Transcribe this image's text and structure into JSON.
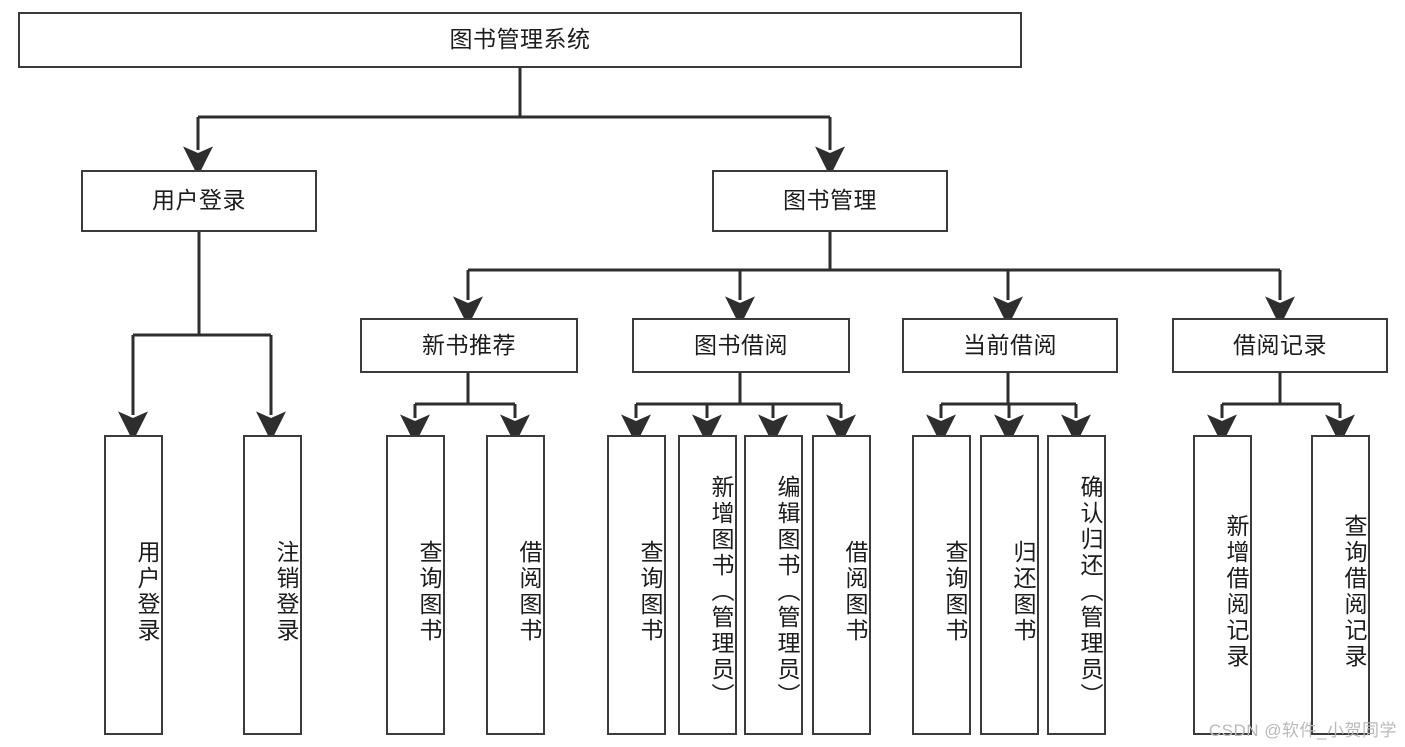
{
  "diagram": {
    "title": "图书管理系统",
    "type": "tree-hierarchy-chart",
    "orientation": "top-down",
    "line_color": "#3b3b3b",
    "box_fill": "#ffffff",
    "text_color": "#1c1c1c",
    "levels": {
      "root": {
        "label": "图书管理系统"
      },
      "level2": [
        {
          "label": "用户登录"
        },
        {
          "label": "图书管理"
        }
      ],
      "level3": [
        {
          "label": "新书推荐"
        },
        {
          "label": "图书借阅"
        },
        {
          "label": "当前借阅"
        },
        {
          "label": "借阅记录"
        }
      ],
      "leaves": {
        "user_login": [
          {
            "label": "用户登录"
          },
          {
            "label": "注销登录"
          }
        ],
        "new_book_recommend": [
          {
            "label": "查询图书"
          },
          {
            "label": "借阅图书"
          }
        ],
        "book_borrow": [
          {
            "label": "查询图书"
          },
          {
            "label": "新增图书（管理员）"
          },
          {
            "label": "编辑图书（管理员）"
          },
          {
            "label": "借阅图书"
          }
        ],
        "current_borrow": [
          {
            "label": "查询图书"
          },
          {
            "label": "归还图书"
          },
          {
            "label": "确认归还（管理员）"
          }
        ],
        "borrow_record": [
          {
            "label": "新增借阅记录"
          },
          {
            "label": "查询借阅记录"
          }
        ]
      }
    }
  },
  "watermark": {
    "text": "CSDN @软件_小贺同学",
    "color": "#b9b9b9"
  }
}
